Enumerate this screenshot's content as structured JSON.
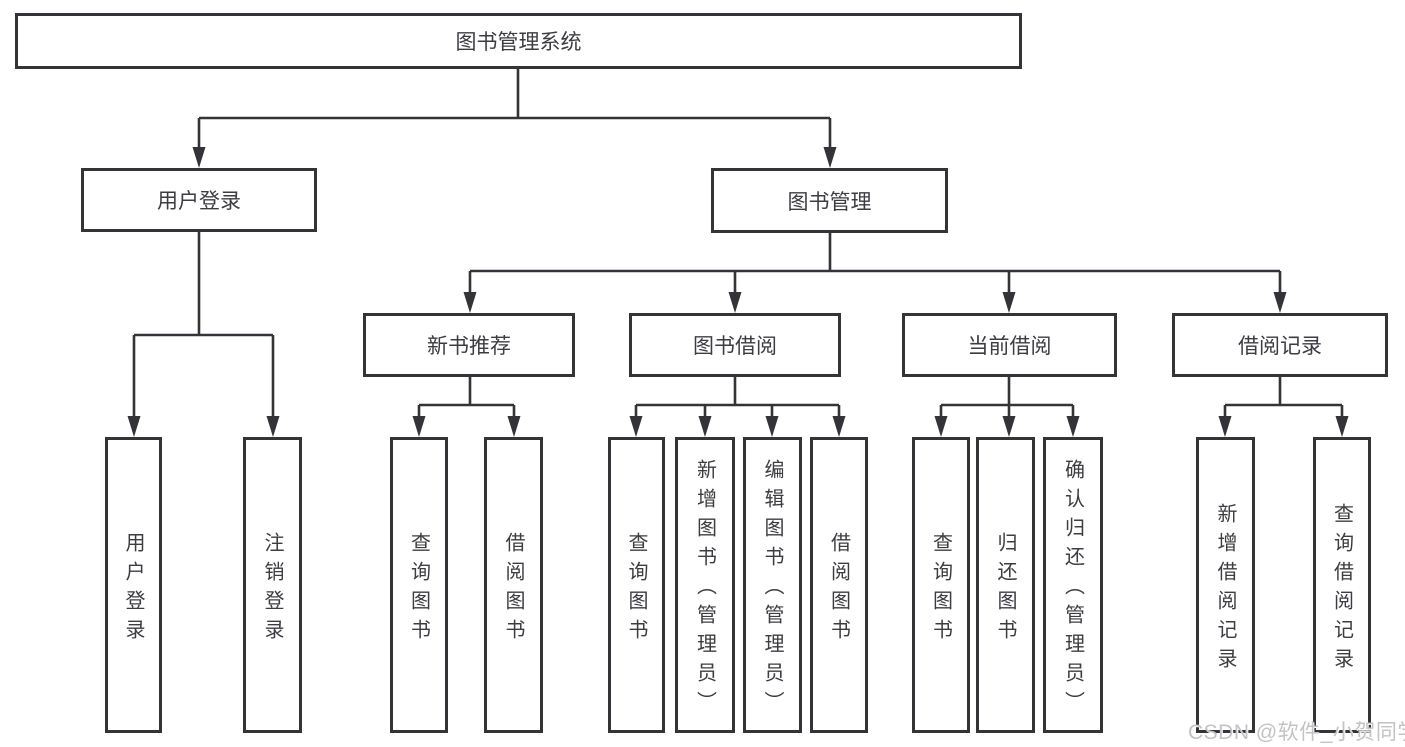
{
  "tree": {
    "label": "图书管理系统",
    "children": [
      {
        "label": "用户登录",
        "children": [
          {
            "label": "用户登录"
          },
          {
            "label": "注销登录"
          }
        ]
      },
      {
        "label": "图书管理",
        "children": [
          {
            "label": "新书推荐",
            "children": [
              {
                "label": "查询图书"
              },
              {
                "label": "借阅图书"
              }
            ]
          },
          {
            "label": "图书借阅",
            "children": [
              {
                "label": "查询图书"
              },
              {
                "label": "新增图书（管理员）"
              },
              {
                "label": "编辑图书（管理员）"
              },
              {
                "label": "借阅图书"
              }
            ]
          },
          {
            "label": "当前借阅",
            "children": [
              {
                "label": "查询图书"
              },
              {
                "label": "归还图书"
              },
              {
                "label": "确认归还（管理员）"
              }
            ]
          },
          {
            "label": "借阅记录",
            "children": [
              {
                "label": "新增借阅记录"
              },
              {
                "label": "查询借阅记录"
              }
            ]
          }
        ]
      }
    ]
  },
  "watermark": {
    "text": "CSDN @软件_小贺同学"
  },
  "colors": {
    "line": "#333338",
    "text": "#3c3c42",
    "watermark": "#c3c3c6",
    "background": "#ffffff"
  }
}
